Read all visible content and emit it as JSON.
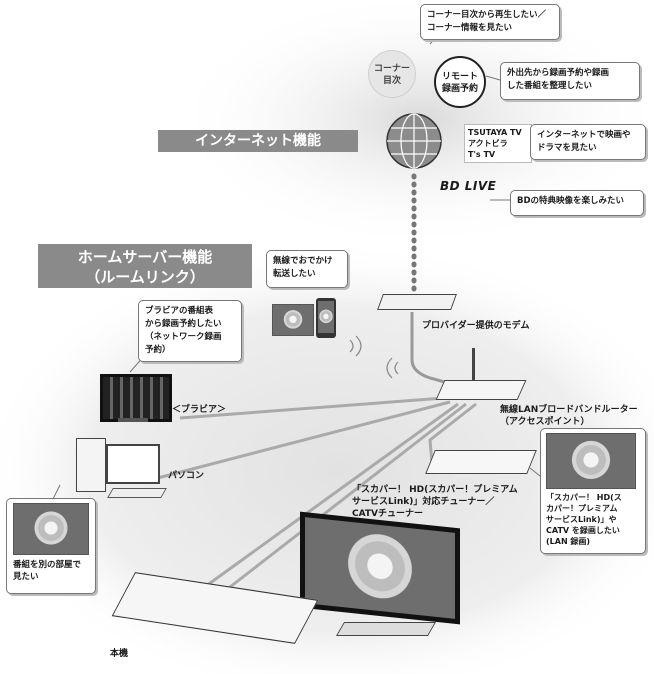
{
  "features": {
    "internet": "インターネット機能",
    "homeserver_line1": "ホームサーバー機能",
    "homeserver_line2": "（ルームリンク）"
  },
  "circles": {
    "corner_index": "コーナー\n目次",
    "remote_record": "リモート\n録画予約"
  },
  "callouts": {
    "corner": "コーナー目次から再生したい／\nコーナー情報を見たい",
    "remote": "外出先から録画予約や録画\nした番組を整理したい",
    "services": "TSUTAYA TV\nアクトビラ\nT's TV",
    "movie": "インターネットで映画や\nドラマを見たい",
    "bdlive_logo": "BD LIVE",
    "bdlive": "BDの特典映像を楽しみたい",
    "wireless": "無線でおでかけ\n転送したい",
    "bravia": "ブラビアの番組表\nから録画予約したい\n（ネットワーク録画\n予約）",
    "other_room": "番組を別の部屋で\n見たい",
    "skyperfect": "「スカパー！ HD(ス\nカパー！プレミアム\nサービスLink)」や\nCATV を録画したい\n(LAN 録画)"
  },
  "devices": {
    "modem": "プロバイダー提供のモデム",
    "router": "無線LANブロードバンドルーター\n（アクセスポイント）",
    "bravia": "＜ブラビア＞",
    "pc": "パソコン",
    "tuner": "「スカパー！ HD(スカパー！プレミアム\nサービスLink)」対応チューナー／\nCATVチューナー",
    "recorder": "本機"
  }
}
